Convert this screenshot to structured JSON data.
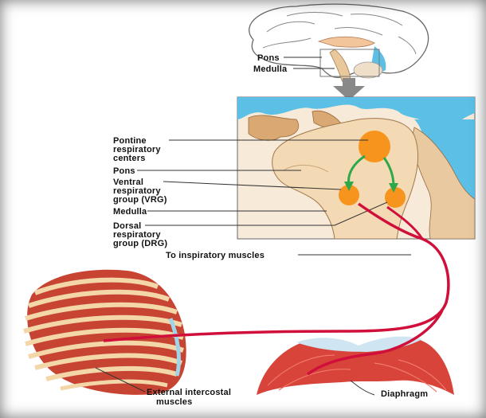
{
  "labels": {
    "pons_top": "Pons",
    "medulla_top": "Medulla",
    "pontine_line1": "Pontine",
    "pontine_line2": "respiratory",
    "pontine_line3": "centers",
    "pons_mid": "Pons",
    "ventral_line1": "Ventral",
    "ventral_line2": "respiratory",
    "ventral_line3": "group (VRG)",
    "medulla_mid": "Medulla",
    "dorsal_line1": "Dorsal",
    "dorsal_line2": "respiratory",
    "dorsal_line3": "group (DRG)",
    "to_inspiratory": "To inspiratory muscles",
    "external_line1": "External intercostal",
    "external_line2": "muscles",
    "diaphragm": "Diaphragm"
  },
  "colors": {
    "csf_blue": "#5bbfe6",
    "brainstem_tan": "#f3d9b4",
    "cerebellum_tan": "#d9a873",
    "nucleus_orange": "#f7941d",
    "pathway_green": "#2ea84a",
    "nerve_red": "#d0103a",
    "muscle_red": "#d8443a"
  }
}
